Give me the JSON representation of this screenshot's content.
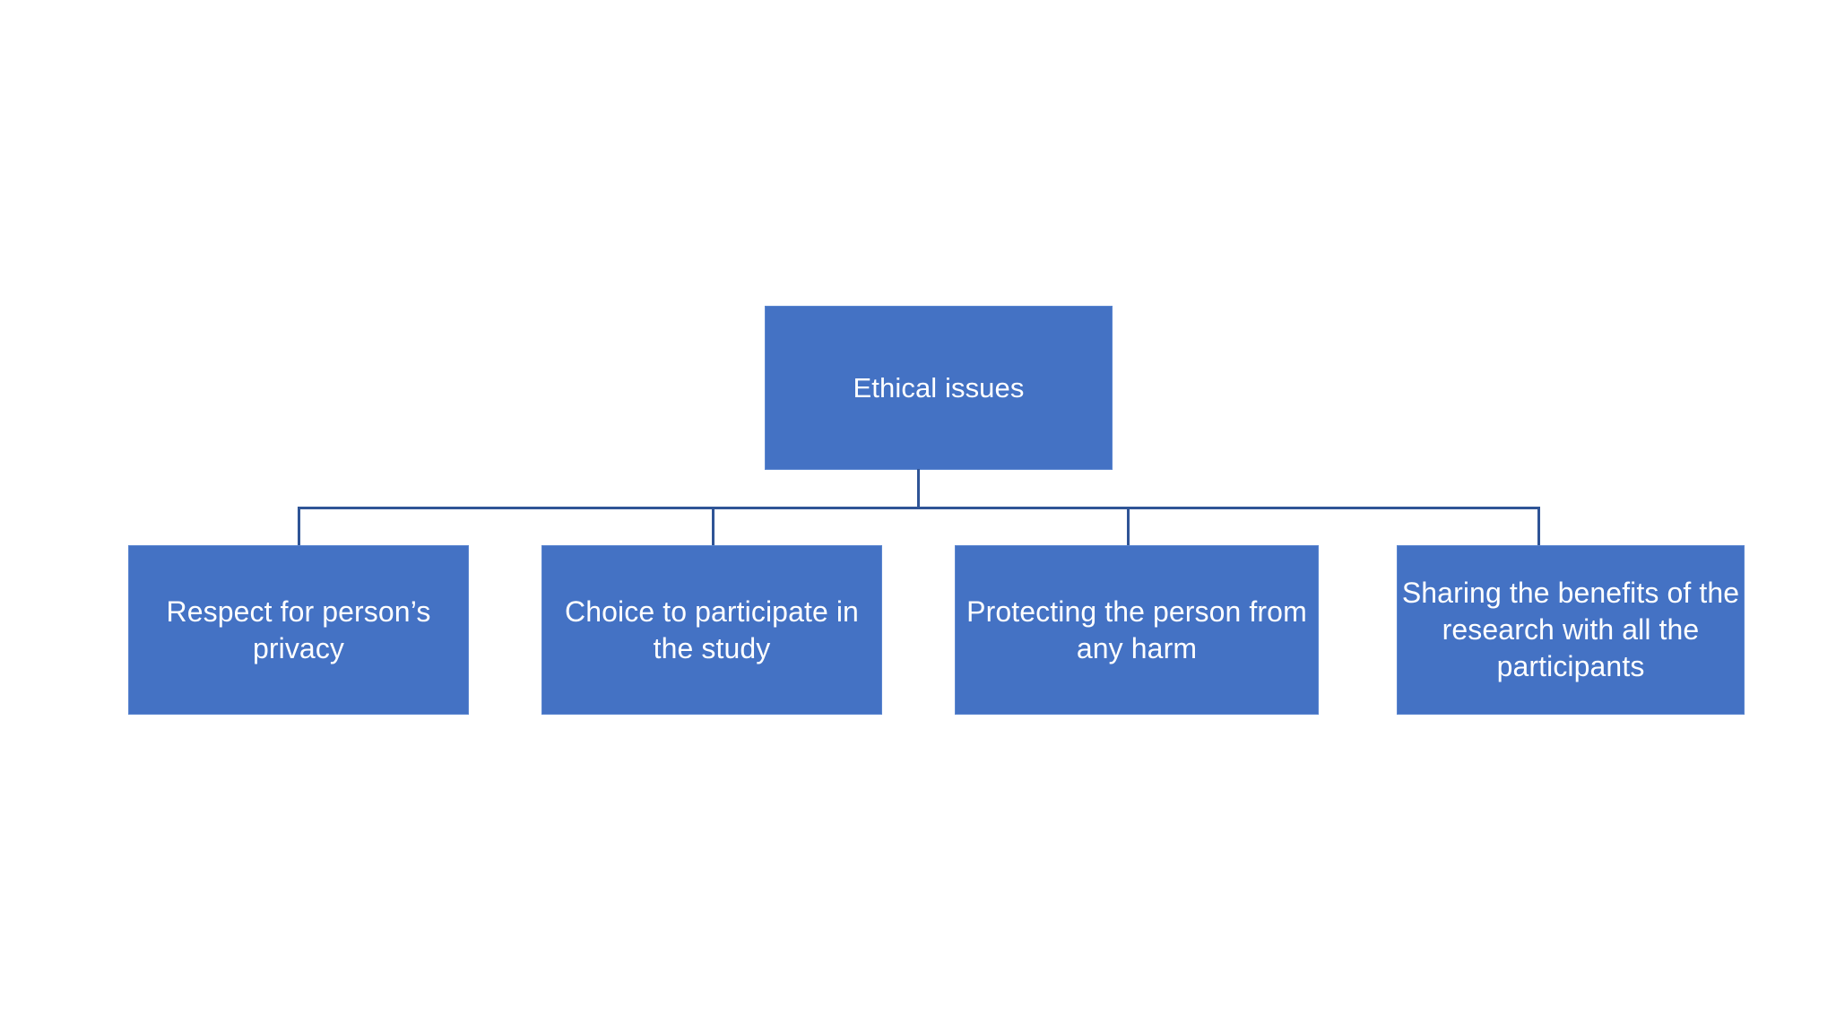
{
  "diagram": {
    "type": "organization-chart",
    "background_color": "#FFFFFF",
    "node_fill_color": "#4472C4",
    "node_text_color": "#FFFFFF",
    "connector_color": "#2F5496",
    "root": {
      "label": "Ethical issues"
    },
    "children": [
      {
        "label": "Respect for person’s privacy"
      },
      {
        "label": "Choice to participate in the study"
      },
      {
        "label": "Protecting the person from any harm"
      },
      {
        "label": "Sharing the benefits of the research with all the participants"
      }
    ]
  }
}
